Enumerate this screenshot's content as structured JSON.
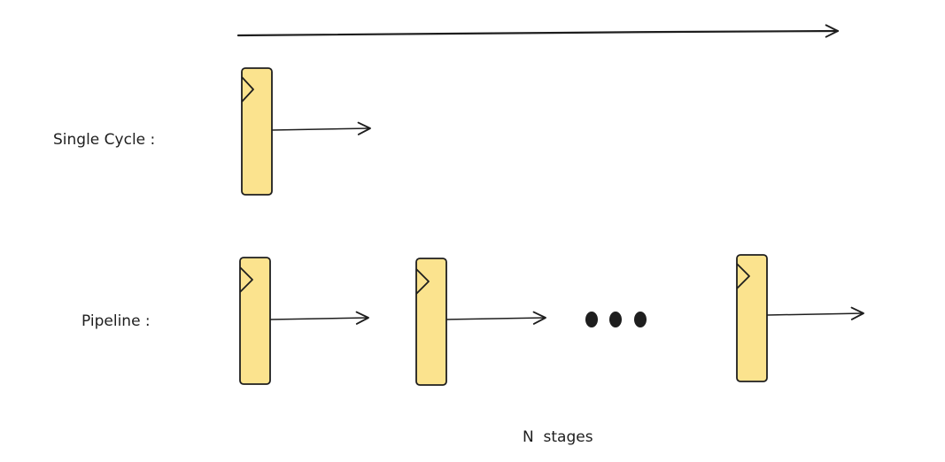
{
  "labels": {
    "single_cycle": "Single Cycle :",
    "pipeline": "Pipeline :",
    "n_stages": "N  stages"
  },
  "colors": {
    "register_fill": "#fbe38e",
    "stroke": "#1e1e1e",
    "text": "#1e1e1e",
    "background": "#ffffff"
  },
  "rows": [
    {
      "name": "single-cycle",
      "register_count": 1
    },
    {
      "name": "pipeline",
      "register_count": 3,
      "has_ellipsis": true
    }
  ]
}
